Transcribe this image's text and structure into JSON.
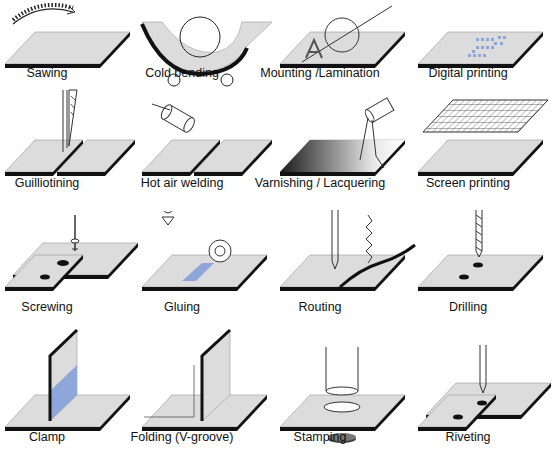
{
  "diagram": {
    "labels": [
      "Sawing",
      "Cold bending",
      "Mounting /Lamination",
      "Digital printing",
      "Guilliotining",
      "Hot air welding",
      "Varnishing / Lacquering",
      "Screen printing",
      "Screwing",
      "Gluing",
      "Routing",
      "Drilling",
      "Clamp",
      "Folding (V-groove)",
      "Stamping",
      "Riveting"
    ]
  }
}
